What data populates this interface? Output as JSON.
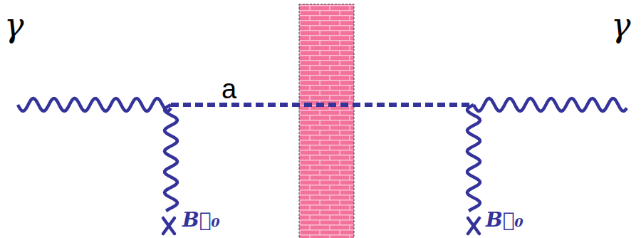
{
  "diagram": {
    "labels": [
      "γ",
      "a",
      "γ",
      "B⃗₀",
      "B⃗₀"
    ]
  }
}
